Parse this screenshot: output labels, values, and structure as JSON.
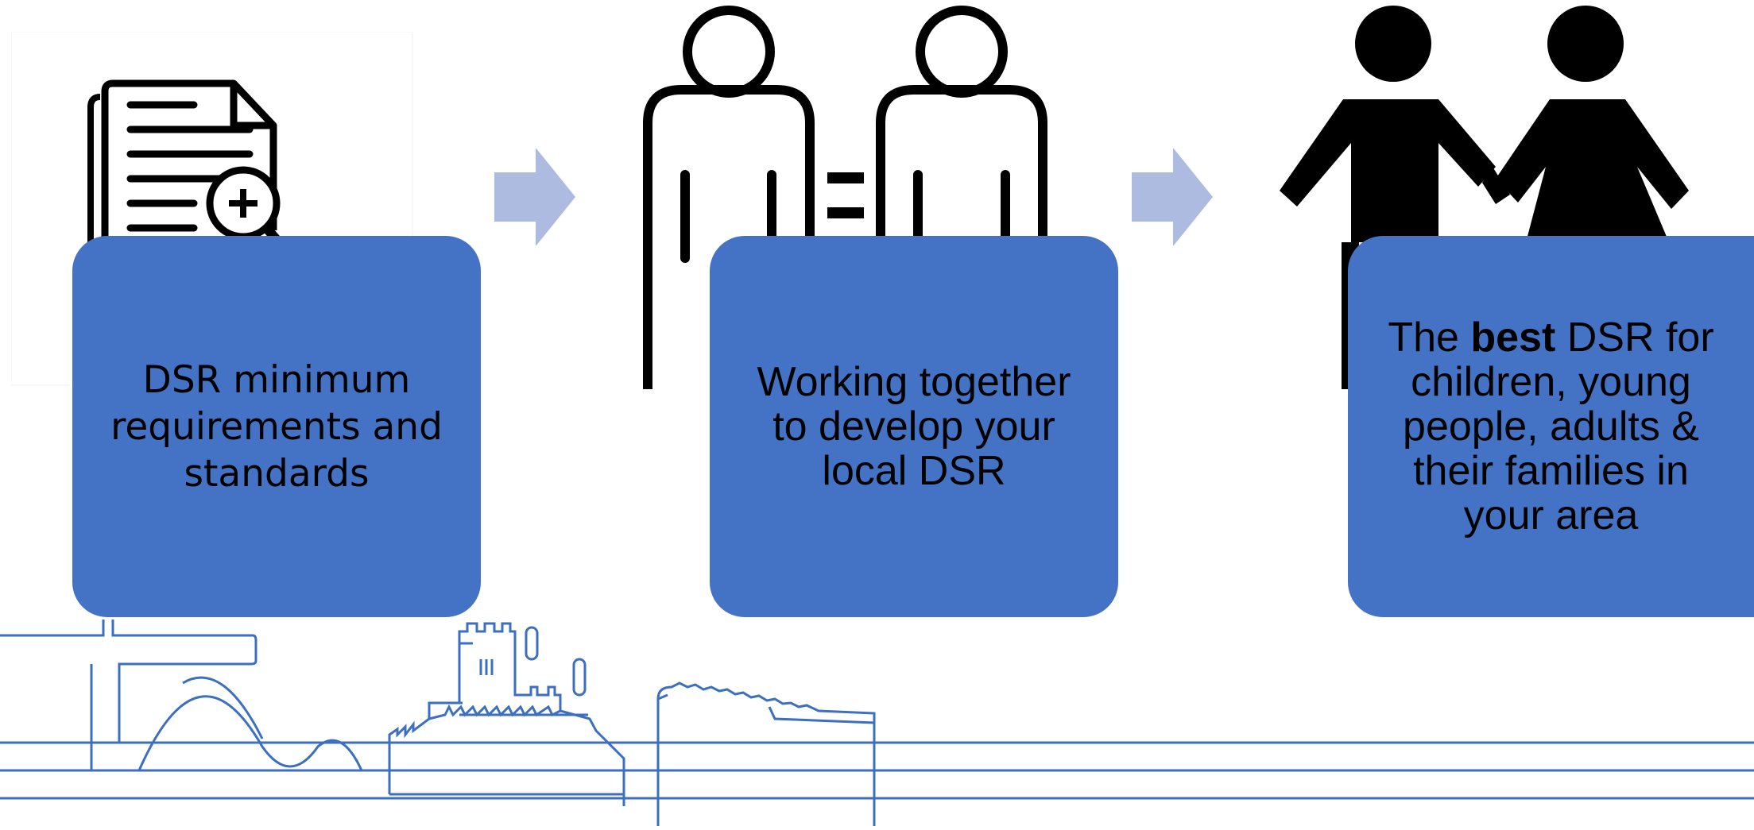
{
  "steps": [
    {
      "text": "DSR minimum requirements and standards",
      "icon": "document-search-icon"
    },
    {
      "text": "Working together to develop your local DSR",
      "icon": "equal-people-outline-icon"
    },
    {
      "text_before": "The ",
      "text_bold": "best",
      "text_after": " DSR for children, young people, adults & their families in your area",
      "icon": "two-people-holding-hands-icon"
    }
  ],
  "connectors": [
    "arrow-right-icon",
    "arrow-right-icon"
  ],
  "colors": {
    "card": "#4472c4",
    "arrow": "#aebbe0",
    "skyline": "#3c6fbf",
    "icon": "#000000"
  },
  "decoration": "city-skyline-outline"
}
